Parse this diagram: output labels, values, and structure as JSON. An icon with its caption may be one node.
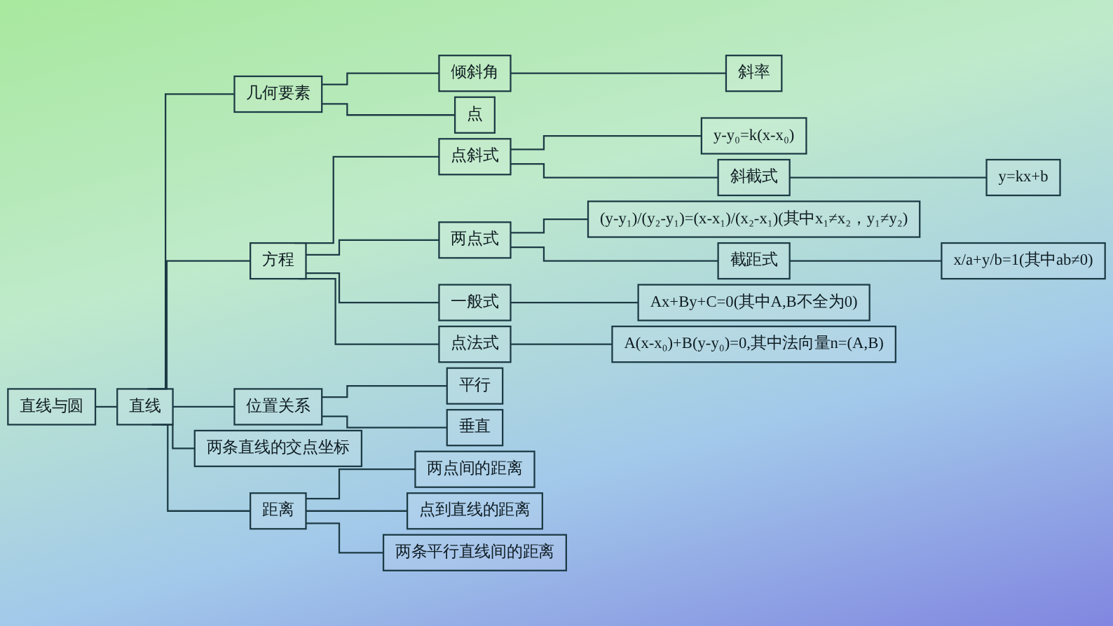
{
  "diagram": {
    "nodes": [
      {
        "text": [
          "直线与圆"
        ]
      },
      {
        "text": [
          "直线"
        ]
      },
      {
        "text": [
          "几何要素"
        ]
      },
      {
        "text": [
          "倾斜角"
        ]
      },
      {
        "text": [
          "斜率"
        ]
      },
      {
        "text": [
          "点"
        ]
      },
      {
        "text": [
          "方程"
        ]
      },
      {
        "text": [
          "点斜式"
        ]
      },
      {
        "text": [
          "y-y₀=k(x-x₀)"
        ]
      },
      {
        "text": [
          "斜截式"
        ]
      },
      {
        "text": [
          "y=kx+b"
        ]
      },
      {
        "text": [
          "两点式"
        ]
      },
      {
        "text": [
          "(y-y₁)/(y₂-y₁)=(x-x₁)/(x₂-x₁)(其中x₁≠x₂，y₁≠y₂)"
        ]
      },
      {
        "text": [
          "截距式"
        ]
      },
      {
        "text": [
          "x/a+y/b=1(其中ab≠0)"
        ]
      },
      {
        "text": [
          "一般式"
        ]
      },
      {
        "text": [
          "Ax+By+C=0(其中A,B不全为0)"
        ]
      },
      {
        "text": [
          "点法式"
        ]
      },
      {
        "text": [
          "A(x-x₀)+B(y-y₀)=0,其中法向量n=(A,B)"
        ]
      },
      {
        "text": [
          "位置关系"
        ]
      },
      {
        "text": [
          "平行"
        ]
      },
      {
        "text": [
          "垂直"
        ]
      },
      {
        "text": [
          "两条直线的交点坐标"
        ]
      },
      {
        "text": [
          "距离"
        ]
      },
      {
        "text": [
          "两点间的距离"
        ]
      },
      {
        "text": [
          "点到直线的距离"
        ]
      },
      {
        "text": [
          "两条平行直线间的距离"
        ]
      }
    ],
    "edges": [
      {
        "from": 0,
        "to": 1,
        "arrow": "none"
      },
      {
        "from": 1,
        "to": 2,
        "arrow": "none"
      },
      {
        "from": 1,
        "to": 6,
        "arrow": "none"
      },
      {
        "from": 1,
        "to": 19,
        "arrow": "none"
      },
      {
        "from": 1,
        "to": 22,
        "arrow": "none"
      },
      {
        "from": 1,
        "to": 23,
        "arrow": "none"
      },
      {
        "from": 2,
        "to": 3,
        "arrow": "none"
      },
      {
        "from": 3,
        "to": 4,
        "arrow": "none"
      },
      {
        "from": 2,
        "to": 5,
        "arrow": "none"
      },
      {
        "from": 6,
        "to": 7,
        "arrow": "none"
      },
      {
        "from": 6,
        "to": 11,
        "arrow": "none"
      },
      {
        "from": 6,
        "to": 15,
        "arrow": "none"
      },
      {
        "from": 6,
        "to": 17,
        "arrow": "none"
      },
      {
        "from": 7,
        "to": 8,
        "arrow": "none"
      },
      {
        "from": 7,
        "to": 9,
        "arrow": "none"
      },
      {
        "from": 9,
        "to": 10,
        "arrow": "none"
      },
      {
        "from": 11,
        "to": 12,
        "arrow": "none"
      },
      {
        "from": 11,
        "to": 13,
        "arrow": "none"
      },
      {
        "from": 13,
        "to": 14,
        "arrow": "none"
      },
      {
        "from": 15,
        "to": 16,
        "arrow": "none"
      },
      {
        "from": 17,
        "to": 18,
        "arrow": "none"
      },
      {
        "from": 19,
        "to": 20,
        "arrow": "none"
      },
      {
        "from": 19,
        "to": 21,
        "arrow": "none"
      },
      {
        "from": 23,
        "to": 24,
        "arrow": "none"
      },
      {
        "from": 23,
        "to": 25,
        "arrow": "none"
      },
      {
        "from": 23,
        "to": 26,
        "arrow": "none"
      }
    ]
  }
}
